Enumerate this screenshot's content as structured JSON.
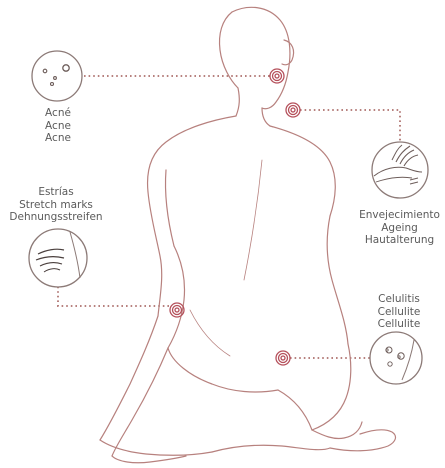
{
  "colors": {
    "line": "#b7817e",
    "target": "#b5505b",
    "text": "#5a5a5a",
    "sketch": "#6d5d5a"
  },
  "labels": {
    "acne": {
      "es": "Acné",
      "en": "Acne",
      "de": "Acne"
    },
    "stretch": {
      "es": "Estrías",
      "en": "Stretch marks",
      "de": "Dehnungsstreifen"
    },
    "ageing": {
      "es": "Envejecimiento",
      "en": "Ageing",
      "de": "Hautalterung"
    },
    "cellulite": {
      "es": "Celulitis",
      "en": "Cellulite",
      "de": "Cellulite"
    }
  },
  "icons": {
    "acne": "acne-spots-icon",
    "stretch": "stretch-marks-icon",
    "ageing": "ageing-skin-icon",
    "cellulite": "cellulite-icon"
  }
}
